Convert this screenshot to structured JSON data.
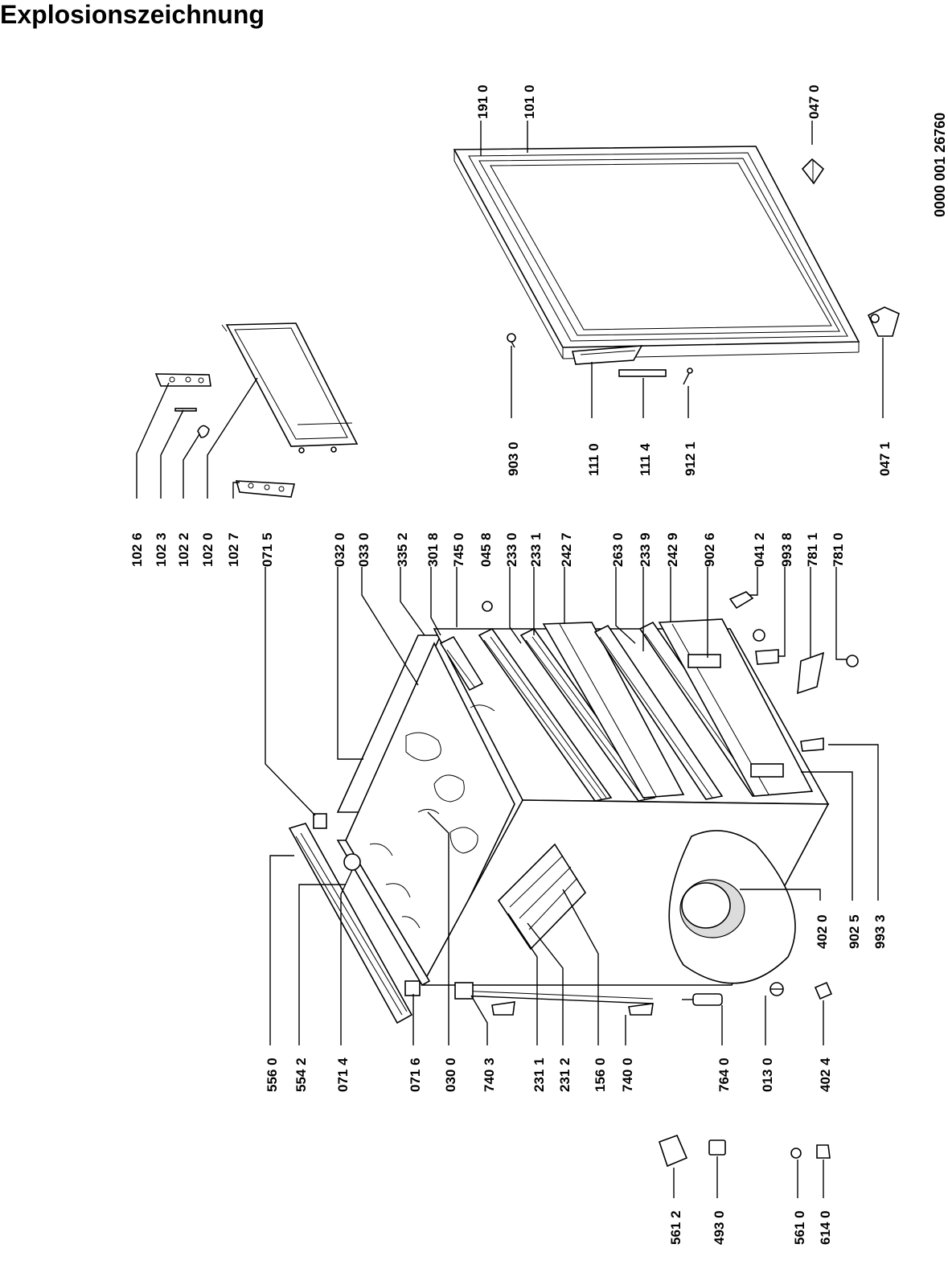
{
  "title": "Explosionszeichnung",
  "doc_number": "0000 001 26760",
  "labels": {
    "p1026": "102 6",
    "p1023": "102 3",
    "p1022": "102 2",
    "p1020": "102 0",
    "p1027": "102 7",
    "p0715": "071 5",
    "p0320": "032 0",
    "p0330": "033 0",
    "p3352": "335 2",
    "p3018": "301 8",
    "p7450": "745 0",
    "p0458": "045 8",
    "p2330": "233 0",
    "p2331": "233 1",
    "p2427": "242 7",
    "p2630": "263 0",
    "p2339": "233 9",
    "p2429": "242 9",
    "p9026": "902 6",
    "p0412": "041 2",
    "p9938": "993 8",
    "p7811": "781 1",
    "p7810": "781 0",
    "p9030": "903 0",
    "p1110": "111 0",
    "p1114": "111 4",
    "p9121": "912 1",
    "p0471": "047 1",
    "p1910": "191 0",
    "p1010": "101 0",
    "p0470": "047 0",
    "p5560": "556 0",
    "p5542": "554 2",
    "p0714": "071 4",
    "p0716": "071 6",
    "p0300": "030 0",
    "p7403": "740 3",
    "p2311": "231 1",
    "p2312": "231 2",
    "p1560": "156 0",
    "p7400": "740 0",
    "p7640": "764 0",
    "p0130": "013 0",
    "p4024": "402 4",
    "p4020": "402 0",
    "p9025": "902 5",
    "p9933": "993 3",
    "p5612": "561 2",
    "p4930": "493 0",
    "p5610": "561 0",
    "p6140": "614 0"
  }
}
